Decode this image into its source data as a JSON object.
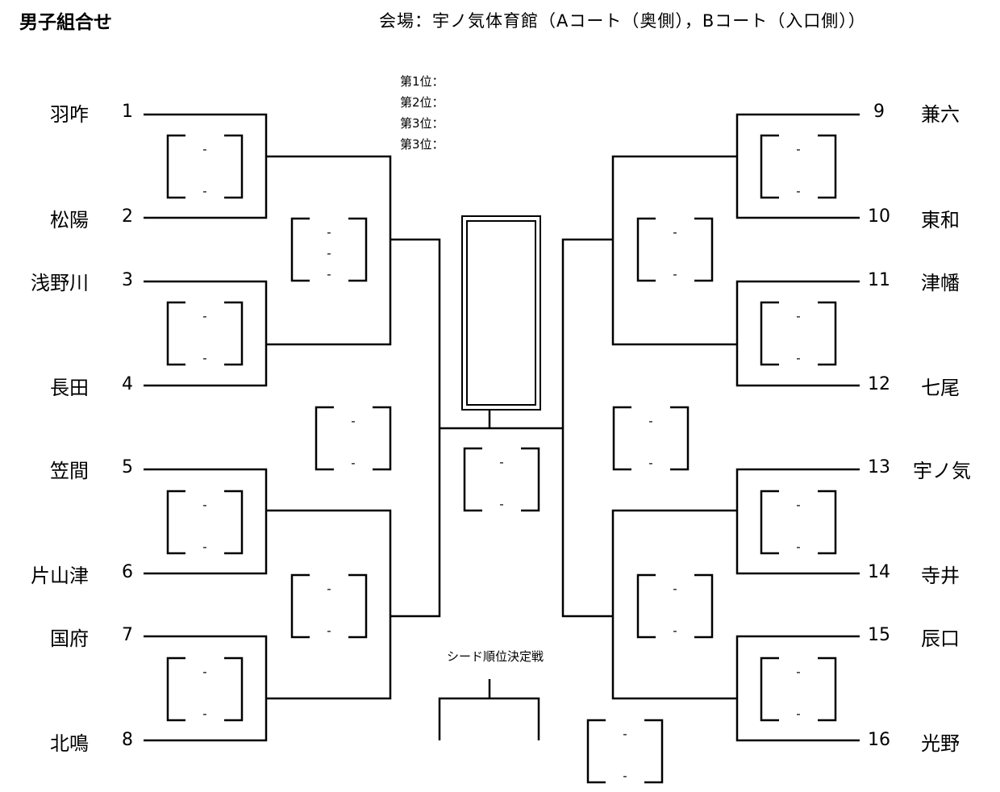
{
  "header": {
    "title": "男子組合せ",
    "venue": "会場：宇ノ気体育館（Aコート（奥側），Bコート（入口側））"
  },
  "rankings": [
    {
      "label": "第1位："
    },
    {
      "label": "第2位："
    },
    {
      "label": "第3位："
    },
    {
      "label": "第3位："
    }
  ],
  "left_teams": [
    {
      "name": "羽咋",
      "seed": "1"
    },
    {
      "name": "松陽",
      "seed": "2"
    },
    {
      "name": "浅野川",
      "seed": "3"
    },
    {
      "name": "長田",
      "seed": "4"
    },
    {
      "name": "笠間",
      "seed": "5"
    },
    {
      "name": "片山津",
      "seed": "6"
    },
    {
      "name": "国府",
      "seed": "7"
    },
    {
      "name": "北鳴",
      "seed": "8"
    }
  ],
  "right_teams": [
    {
      "name": "兼六",
      "seed": "9"
    },
    {
      "name": "東和",
      "seed": "10"
    },
    {
      "name": "津幡",
      "seed": "11"
    },
    {
      "name": "七尾",
      "seed": "12"
    },
    {
      "name": "宇ノ気",
      "seed": "13"
    },
    {
      "name": "寺井",
      "seed": "14"
    },
    {
      "name": "辰口",
      "seed": "15"
    },
    {
      "name": "光野",
      "seed": "16"
    }
  ],
  "score_separator": "-",
  "seed_playoff_label": "シード順位決定戦"
}
